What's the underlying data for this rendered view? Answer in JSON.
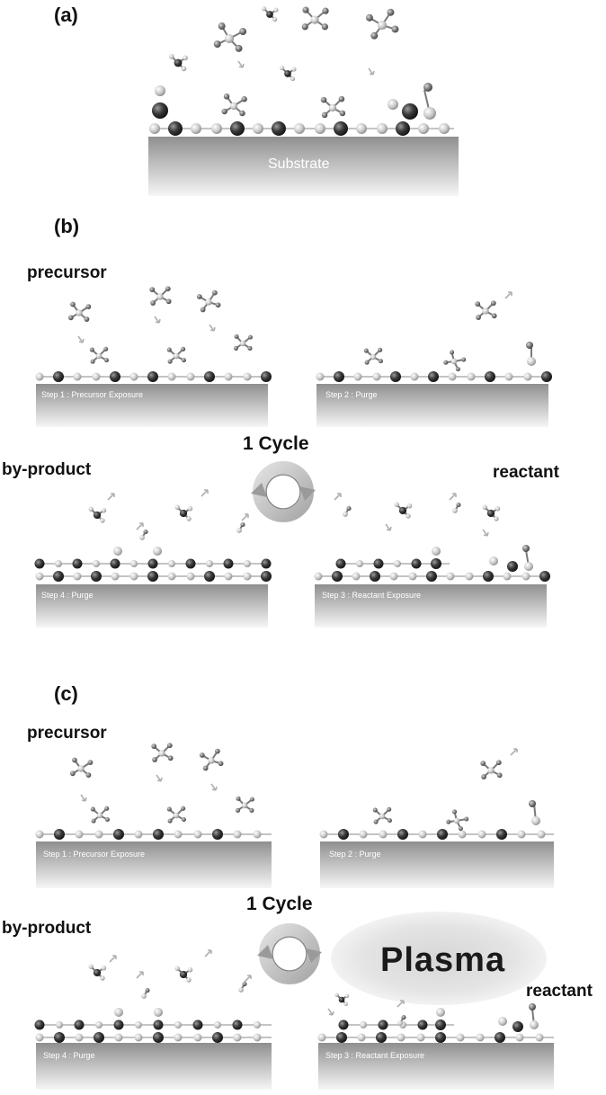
{
  "panel_a": {
    "label": "(a)",
    "substrate_label": "Substrate"
  },
  "panel_b": {
    "label": "(b)",
    "precursor_label": "precursor",
    "byproduct_label": "by-product",
    "reactant_label": "reactant",
    "cycle_label": "1 Cycle",
    "steps": {
      "step1": "Step 1 : Precursor Exposure",
      "step2": "Step 2 : Purge",
      "step3": "Step 3 : Reactant Exposure",
      "step4": "Step 4 : Purge"
    }
  },
  "panel_c": {
    "label": "(c)",
    "precursor_label": "precursor",
    "byproduct_label": "by-product",
    "reactant_label": "reactant",
    "cycle_label": "1 Cycle",
    "plasma_label": "Plasma",
    "steps": {
      "step1": "Step 1 : Precursor Exposure",
      "step2": "Step 2 : Purge",
      "step3": "Step 3 : Reactant Exposure",
      "step4": "Step 4 : Purge"
    }
  },
  "colors": {
    "dark_atom": "#3a3a3a",
    "light_atom": "#c8c8c8",
    "mid_atom": "#8a8a8a",
    "substrate_top": "#9a9a9a",
    "substrate_bottom": "#f4f4f4",
    "arrow": "#b0b0b0"
  }
}
